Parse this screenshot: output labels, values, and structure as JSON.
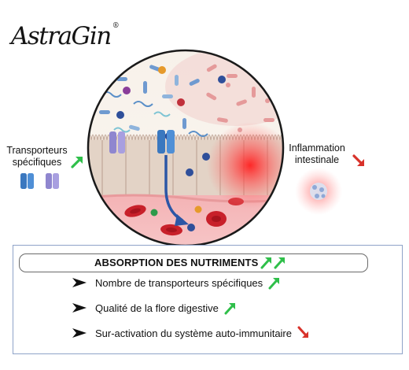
{
  "logo": {
    "text": "AstraGin",
    "mark": "®"
  },
  "labels": {
    "transporters_line1": "Transporteurs",
    "transporters_line2": "spécifiques",
    "inflammation_line1": "Inflammation",
    "inflammation_line2": "intestinale"
  },
  "panel": {
    "title": "ABSORPTION DES NUTRIMENTS",
    "items": [
      {
        "text": "Nombre de transporteurs spécifiques",
        "trend": "up"
      },
      {
        "text": "Qualité de la flore digestive",
        "trend": "up"
      },
      {
        "text": "Sur-activation du système auto-immunitaire",
        "trend": "down"
      }
    ]
  },
  "colors": {
    "up_arrow": "#2fbf4a",
    "down_arrow": "#d8322a",
    "transporter_blue": "#3b78bf",
    "transporter_purple": "#8f86cf",
    "blood": "#c8202a",
    "inflammation": "#ff2a2a",
    "panel_border": "#8ea3c8"
  }
}
